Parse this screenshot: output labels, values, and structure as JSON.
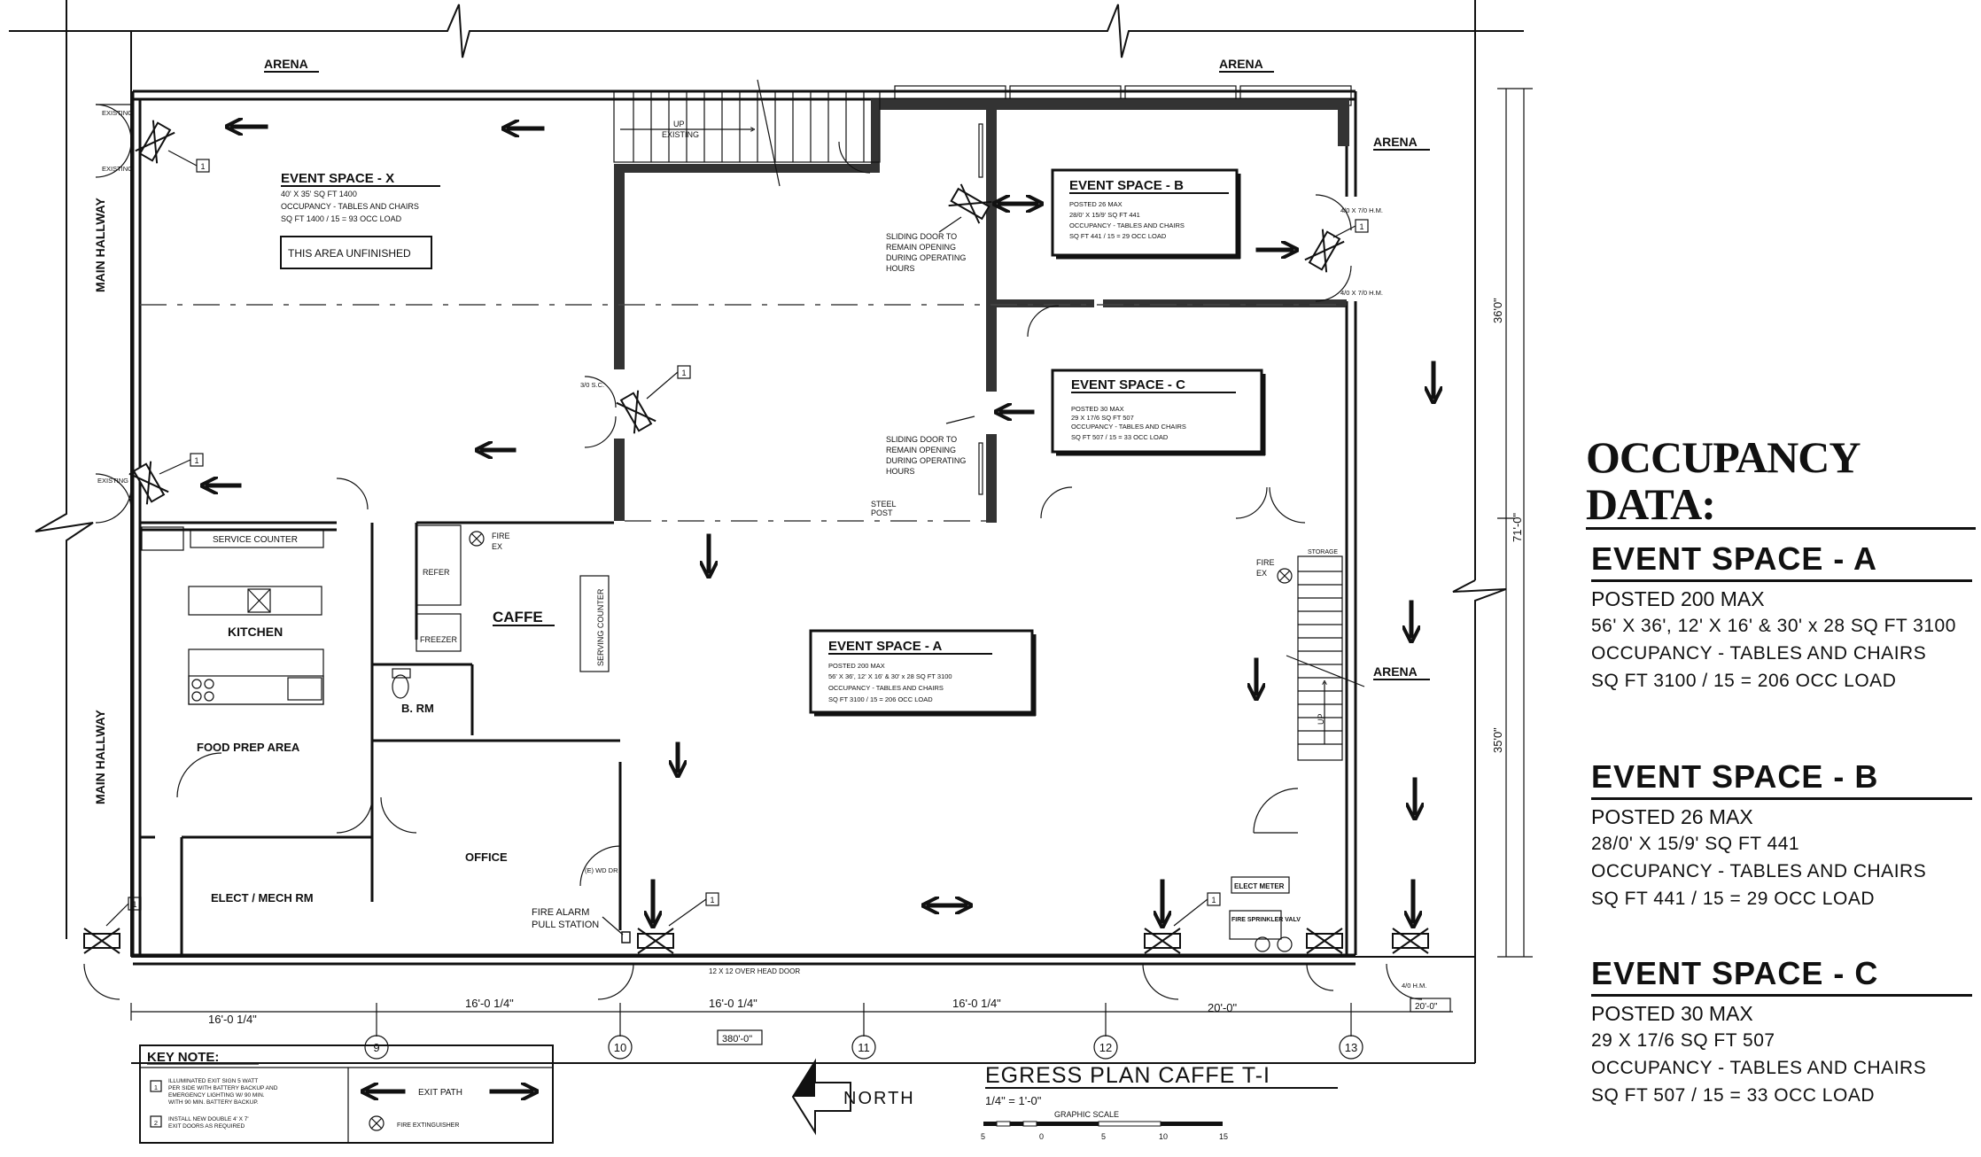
{
  "rooms": {
    "arena_1": "ARENA",
    "arena_2": "ARENA",
    "arena_3": "ARENA",
    "arena_4": "ARENA",
    "main_hallway_1": "MAIN HALLWAY",
    "main_hallway_2": "MAIN HALLWAY",
    "kitchen": "KITCHEN",
    "food_prep": "FOOD PREP AREA",
    "caffe": "CAFFE",
    "b_rm": "B. RM",
    "office": "OFFICE",
    "elect_mech": "ELECT / MECH RM",
    "service_counter": "SERVICE COUNTER",
    "serving_counter": "SERVING COUNTER",
    "refer": "REFER",
    "freezer": "FREEZER",
    "storage": "STORAGE",
    "elect_meter": "ELECT METER",
    "fire_sprinkler_valv": "FIRE SPRINKLER VALV"
  },
  "boxes": {
    "x": {
      "title": "EVENT SPACE - X",
      "lines": [
        "40' X 35'    SQ FT 1400",
        "OCCUPANCY   -  TABLES AND CHAIRS",
        "SQ FT 1400 / 15 = 93 OCC LOAD"
      ],
      "note": "THIS AREA UNFINISHED"
    },
    "b": {
      "title": "EVENT SPACE - B",
      "lines": [
        "POSTED 26 MAX",
        "28/0' X 15/9'    SQ FT 441",
        "OCCUPANCY   -  TABLES AND CHAIRS",
        "SQ FT 441 / 15 = 29 OCC LOAD"
      ]
    },
    "c": {
      "title": "EVENT SPACE - C",
      "lines": [
        "POSTED 30 MAX",
        "29 X 17/6    SQ FT 507",
        "OCCUPANCY   -  TABLES AND CHAIRS",
        "SQ FT 507 / 15 = 33 OCC LOAD"
      ]
    },
    "a": {
      "title": "EVENT SPACE - A",
      "lines": [
        "POSTED 200 MAX",
        "56' X 36', 12' X 16' & 30' x 28   SQ FT 3100",
        "OCCUPANCY   -  TABLES AND CHAIRS",
        "SQ FT 3100 / 15 = 206 OCC LOAD"
      ]
    }
  },
  "notes": {
    "sliding_1": [
      "SLIDING DOOR TO",
      "REMAIN OPENING",
      "DURING OPERATING",
      "HOURS"
    ],
    "sliding_2": [
      "SLIDING DOOR TO",
      "REMAIN OPENING",
      "DURING OPERATING",
      "HOURS"
    ],
    "fire_ex_1": [
      "FIRE",
      "EX"
    ],
    "fire_ex_2": [
      "FIRE",
      "EX"
    ],
    "fire_alarm": [
      "FIRE ALARM",
      "PULL STATION"
    ],
    "steel_post": [
      "STEEL",
      "POST"
    ],
    "up_existing": [
      "UP",
      "EXISTING"
    ],
    "up_stair": "UP",
    "overhead_door": "12 X 12 OVER HEAD DOOR",
    "existing_1": "EXISTING",
    "existing_2": "EXISTING",
    "existing_3": "EXISTING",
    "door_sc_1": "3/0 S.C.",
    "door_hm_1": "4/0 X 7/0 H.M.",
    "door_hm_2": "4/0 X 7/0 H.M.",
    "door_hm_3": "4/0 H.M.",
    "door_wd_1": "(E) WD DR"
  },
  "dimensions": {
    "d1": "16'-0 1/4\"",
    "d2": "16'-0 1/4\"",
    "d3": "16'-0 1/4\"",
    "d4": "16'-0 1/4\"",
    "d5": "20'-0\"",
    "d6": "20'-0\"",
    "d_total": "380'-0\"",
    "v_36": "36'0\"",
    "v_71": "71'-0\"",
    "v_35": "35'0\""
  },
  "grid": [
    "9",
    "10",
    "11",
    "12",
    "13"
  ],
  "key": {
    "title": "KEY NOTE:",
    "item1_num": "1",
    "item1_text": [
      "ILLUMINATED EXIT SIGN 5 WATT",
      "PER SIDE WITH BATTERY BACKUP AND",
      "EMERGENCY LIGHTING W/ 90 MIN.",
      "WITH 90 MIN. BATTERY BACKUP."
    ],
    "item2_num": "2",
    "item2_text": [
      "INSTALL NEW DOUBLE 4' X 7'",
      "EXIT DOORS AS REQUIRED"
    ],
    "exit_path": "EXIT PATH",
    "fire_extinguisher": "FIRE EXTINGUISHER"
  },
  "north": "NORTH",
  "plan_title": "EGRESS PLAN CAFFE  T-I",
  "scale": "1/4\" = 1'-0\"",
  "graphic_scale": "GRAPHIC SCALE",
  "scale_ticks": [
    "5",
    "0",
    "5",
    "10",
    "15"
  ],
  "occupancy": {
    "title": "OCCUPANCY DATA:",
    "spaces": [
      {
        "name": "EVENT SPACE - A",
        "posted": "POSTED 200 MAX",
        "lines": [
          "56' X 36', 12' X 16' & 30' x 28   SQ FT 3100",
          "OCCUPANCY   -  TABLES AND CHAIRS",
          "SQ FT 3100 / 15 = 206 OCC LOAD"
        ]
      },
      {
        "name": "EVENT SPACE - B",
        "posted": "POSTED 26 MAX",
        "lines": [
          "28/0' X 15/9'     SQ FT 441",
          "OCCUPANCY   -  TABLES AND CHAIRS",
          "SQ FT 441 / 15 = 29 OCC LOAD"
        ]
      },
      {
        "name": "EVENT SPACE - C",
        "posted": "POSTED 30 MAX",
        "lines": [
          "29 X 17/6    SQ FT 507",
          "OCCUPANCY   -  TABLES AND CHAIRS",
          "SQ FT 507 / 15 = 33 OCC LOAD"
        ]
      }
    ]
  }
}
